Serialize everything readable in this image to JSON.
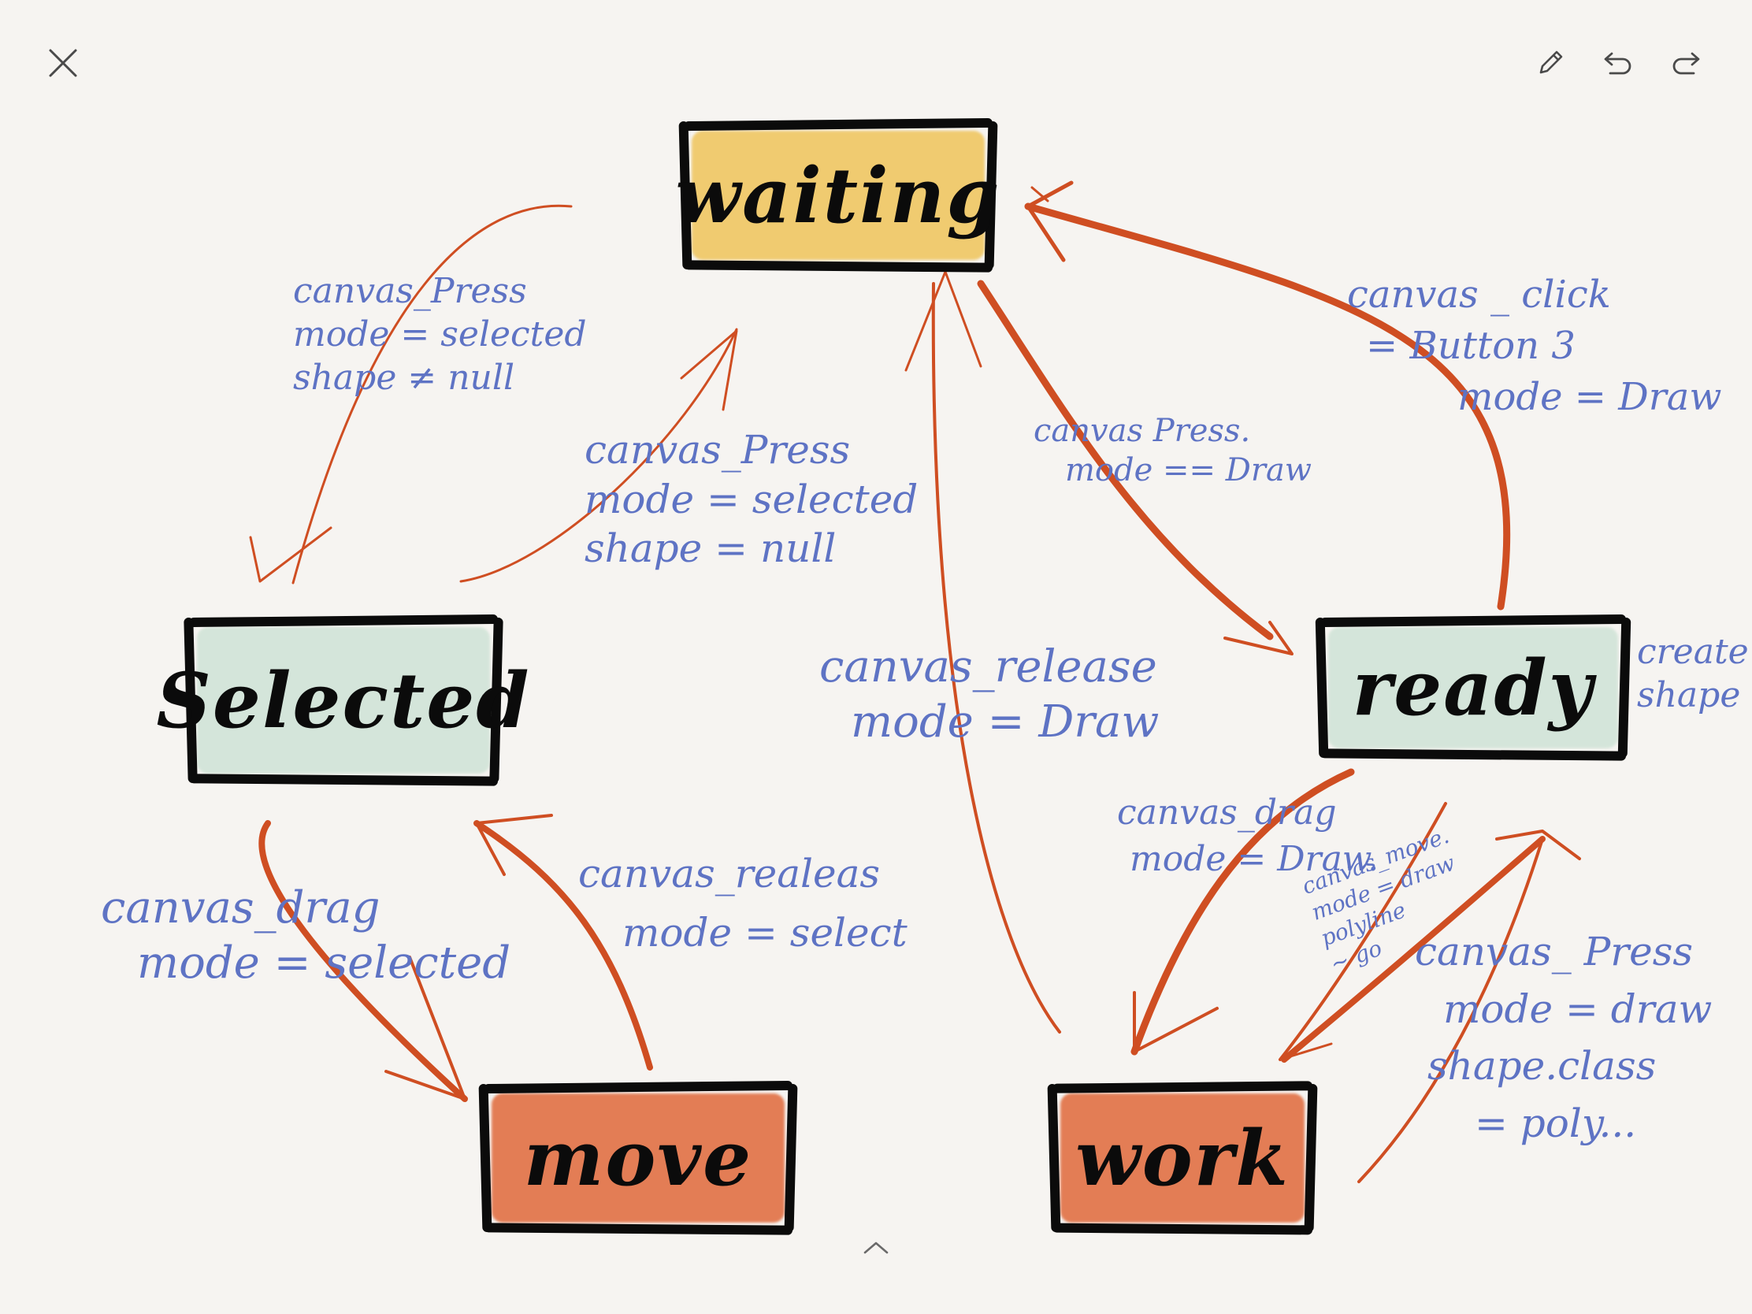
{
  "toolbar": {
    "close_icon": "close-icon",
    "pen_icon": "pen-icon",
    "undo_icon": "undo-icon",
    "redo_icon": "redo-icon",
    "expand_icon": "chevron-up-icon"
  },
  "colors": {
    "background": "#f6f4f1",
    "ink": "#0b0b0b",
    "arrow": "#cf4e22",
    "note_text": "#5e73c4",
    "waiting_fill": "#efc45a",
    "selected_fill": "#cfe3d6",
    "ready_fill": "#cfe3d6",
    "move_fill": "#e0693a",
    "work_fill": "#e0693a"
  },
  "states": {
    "waiting": "waiting",
    "selected": "Selected",
    "ready": "ready",
    "move": "move",
    "work": "work"
  },
  "notes": {
    "waiting_to_selected": [
      "canvas_Press",
      "mode = selected",
      "shape ≠ null"
    ],
    "selected_to_waiting": [
      "canvas_Press",
      "mode = selected",
      "shape = null"
    ],
    "waiting_to_ready": [
      "canvas Press.",
      "mode == Draw"
    ],
    "ready_to_waiting": [
      "canvas _ click",
      "= Button 3",
      "mode = Draw"
    ],
    "work_to_waiting": [
      "canvas_release",
      "mode = Draw"
    ],
    "ready_side": [
      "create",
      "shape"
    ],
    "selected_to_move": [
      "canvas_drag",
      "mode = selected"
    ],
    "move_to_selected": [
      "canvas_realeas",
      "mode = select"
    ],
    "ready_to_work": [
      "canvas_drag",
      "mode = Draw."
    ],
    "work_to_ready_move": [
      "canvas_move.",
      "mode = draw",
      "polyline",
      "~ go"
    ],
    "work_press": [
      "canvas_ Press",
      "mode = draw",
      "shape.class",
      "= poly..."
    ]
  }
}
